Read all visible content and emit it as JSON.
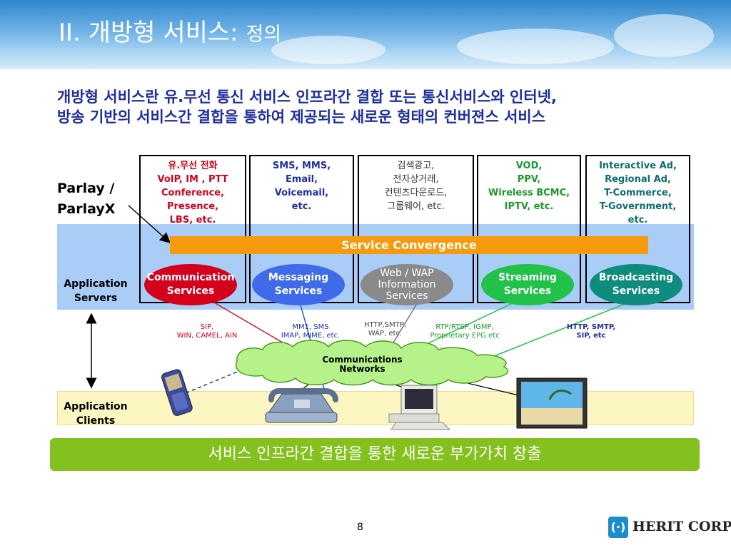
{
  "title": {
    "main": "II. 개방형 서비스:",
    "sub": "정의"
  },
  "subtitle": {
    "line1": "개방형 서비스란 유.무선 통신 서비스 인프라간 결합 또는 통신서비스와 인터넷,",
    "line2": "방송 기반의 서비스간 결합을 통하여 제공되는 새로운 형태의 컨버젼스 서비스"
  },
  "parlay_label": {
    "line1": "Parlay /",
    "line2": "ParlayX"
  },
  "service_boxes": [
    {
      "lines": [
        "유.무선 전화",
        "VoIP,  IM , PTT",
        "Conference,",
        "Presence,",
        "LBS, etc."
      ],
      "color": "#d0021b"
    },
    {
      "lines": [
        "SMS, MMS,",
        "Email,",
        "Voicemail,",
        "etc."
      ],
      "color": "#1f2f9e"
    },
    {
      "lines": [
        "검색광고,",
        "전자상거래,",
        "컨텐츠다운로드,",
        "그룹웨어, etc."
      ],
      "color": "#333333"
    },
    {
      "lines": [
        "VOD,",
        "PPV,",
        "Wireless BCMC,",
        "IPTV, etc."
      ],
      "color": "#1a9a2a"
    },
    {
      "lines": [
        "Interactive Ad,",
        "Regional Ad,",
        "T-Commerce,",
        "T-Government,",
        "etc."
      ],
      "color": "#0f6e6e"
    }
  ],
  "convergence_label": "Service Convergence",
  "app_servers_label": {
    "line1": "Application",
    "line2": "Servers"
  },
  "app_clients_label": {
    "line1": "Application",
    "line2": "Clients"
  },
  "services": [
    {
      "line1": "Communication",
      "line2": "Services",
      "line3": "",
      "color": "#d5001c"
    },
    {
      "line1": "Messaging",
      "line2": "Services",
      "line3": "",
      "color": "#3f6bea"
    },
    {
      "line1": "Web / WAP",
      "line2": "Information",
      "line3": "Services",
      "color": "#8a8a8a"
    },
    {
      "line1": "Streaming",
      "line2": "Services",
      "line3": "",
      "color": "#22c24a"
    },
    {
      "line1": "Broadcasting",
      "line2": "Services",
      "line3": "",
      "color": "#0f8c7e"
    }
  ],
  "protocols": [
    {
      "line1": "SIP,",
      "line2": "WIN, CAMEL, AIN",
      "color": "#d0021b"
    },
    {
      "line1": "MM1,  SMS",
      "line2": "IMAP, MIME, etc.",
      "color": "#1f2f9e"
    },
    {
      "line1": "HTTP,SMTP,",
      "line2": "WAP, etc.",
      "color": "#444444"
    },
    {
      "line1": "RTP/RTSP, IGMP,",
      "line2": "Proprietary EPG etc",
      "color": "#1a9a2a"
    },
    {
      "line1": "HTTP, SMTP,",
      "line2": "SIP, etc",
      "color": "#1f2f9e"
    }
  ],
  "network_label": {
    "line1": "Communications",
    "line2": "Networks"
  },
  "footer_banner": "서비스 인프라간 결합을 통한 새로운 부가가치 창출",
  "page_number": "8",
  "company": {
    "logo_glyph": "(·)",
    "name": "HERIT CORP."
  },
  "icons": [
    "cloud-network-icon",
    "mobile-phone-icon",
    "desk-phone-icon",
    "desktop-computer-icon",
    "flat-tv-icon"
  ]
}
